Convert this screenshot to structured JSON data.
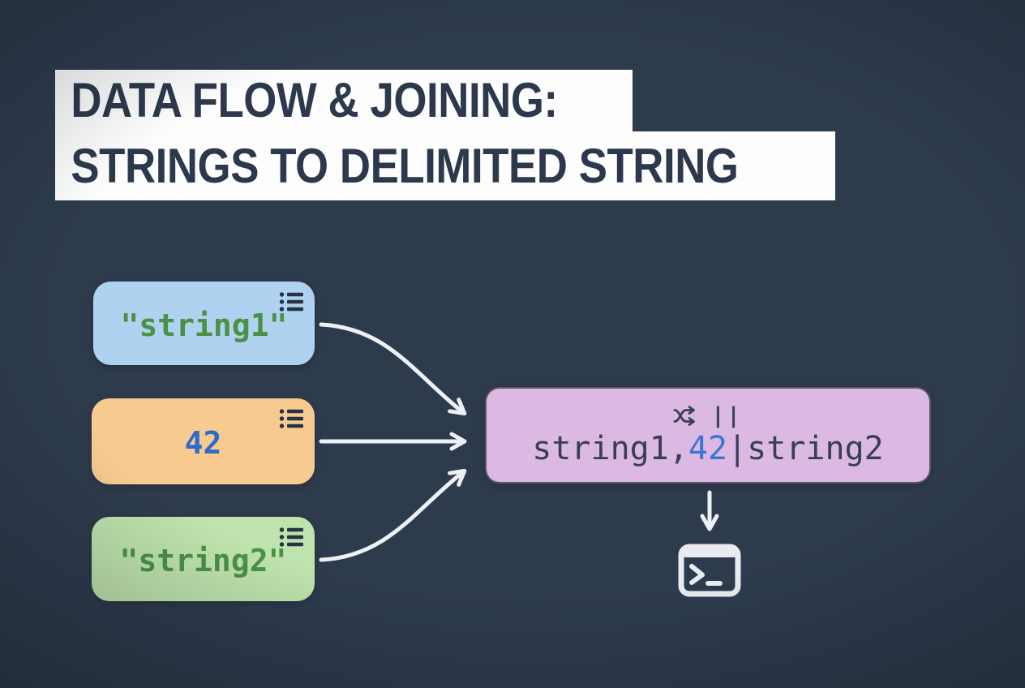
{
  "background": {
    "color": "#2e3b4d"
  },
  "title": {
    "line1": "DATA FLOW & JOINING:",
    "line2": "STRINGS TO DELIMITED STRING",
    "text_color": "#2c394c",
    "band_color": "#fdfdfd"
  },
  "inputs": [
    {
      "label": "\"string1\"",
      "bg": "#aed2ef",
      "color": "#4a9145",
      "icon": "list-icon"
    },
    {
      "label": "42",
      "bg": "#f7ca90",
      "color": "#2e6cc8",
      "icon": "list-icon"
    },
    {
      "label": "\"string2\"",
      "bg": "#bfe3ac",
      "color": "#4a9145",
      "icon": "list-icon"
    }
  ],
  "join": {
    "bg": "#dcb9e3",
    "operator": "||",
    "operator_icon": "shuffle-icon",
    "result": {
      "part1": "string1,",
      "part2": "42",
      "part3": "|string2",
      "part1_color": "#383f50",
      "part2_color": "#3a76d4",
      "part3_color": "#383f50"
    }
  },
  "output": {
    "icon": "terminal-icon"
  },
  "arrows": {
    "color": "#edf1f4"
  }
}
